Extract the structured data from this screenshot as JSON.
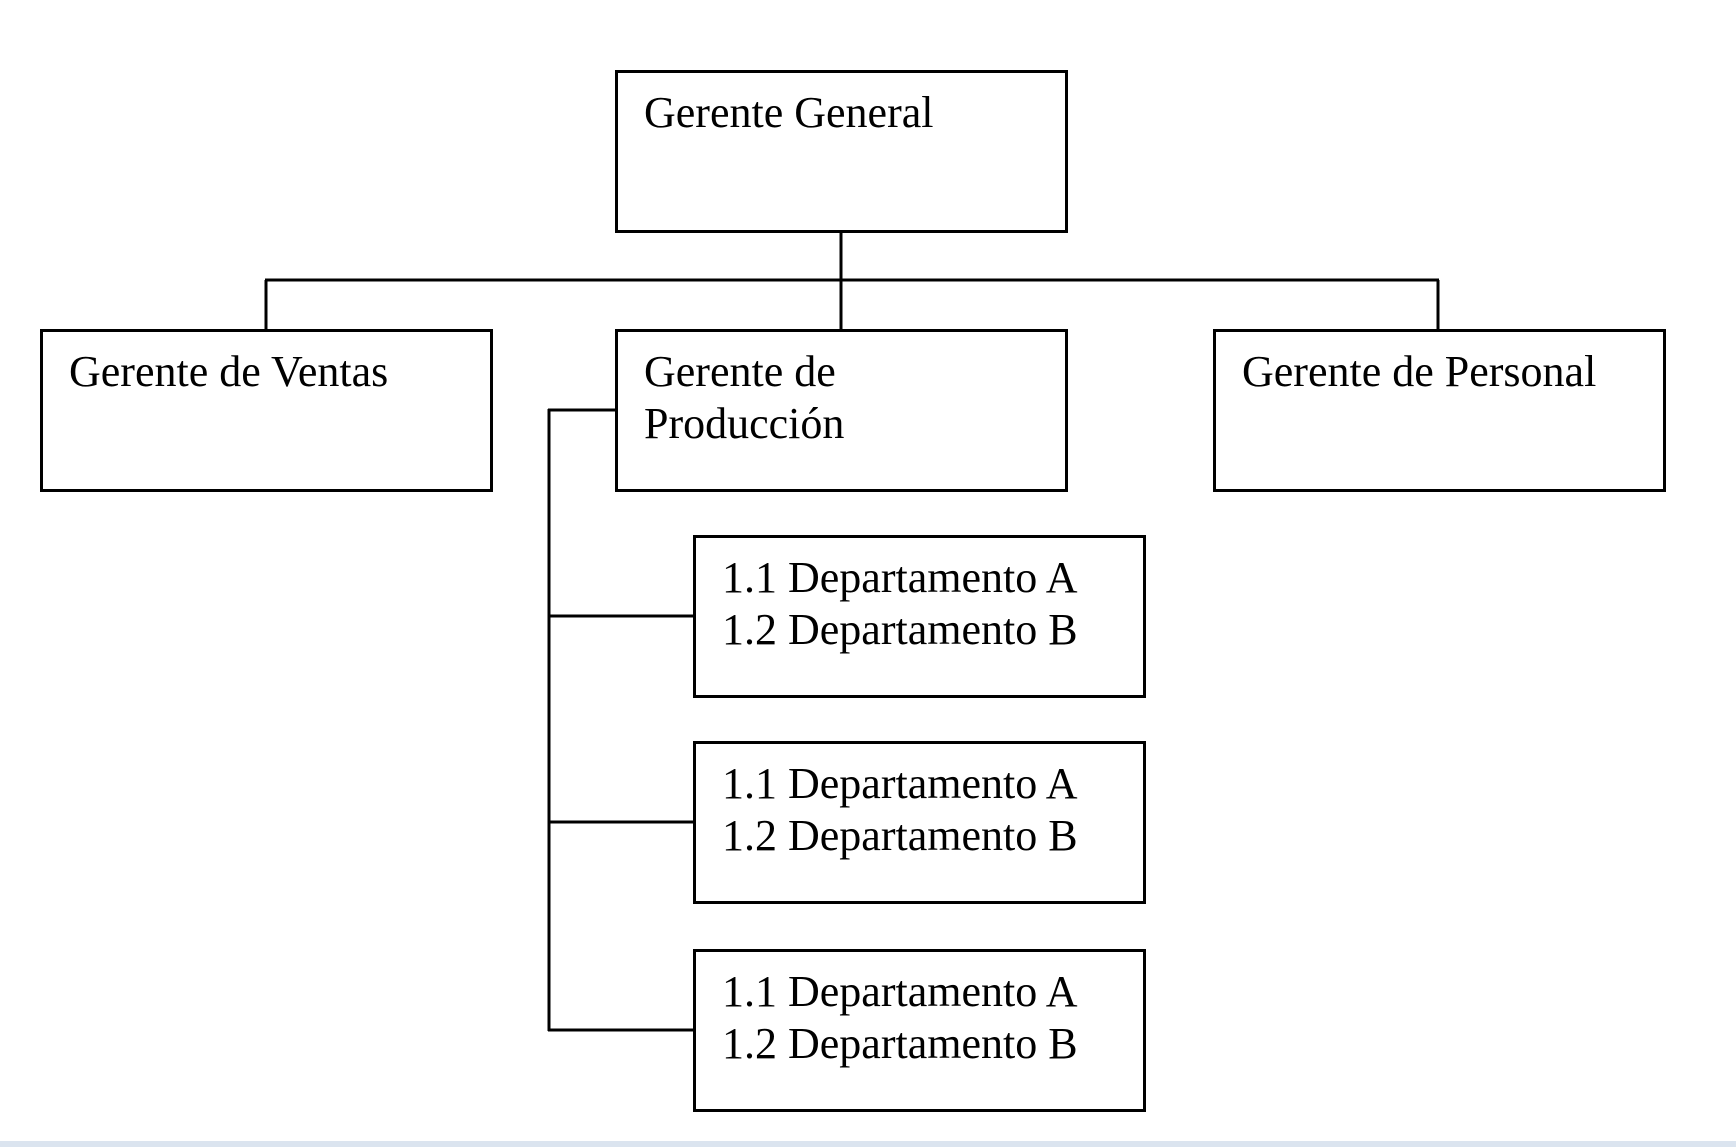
{
  "org_chart": {
    "general_manager": {
      "label": "Gerente General"
    },
    "managers": [
      {
        "label_lines": [
          "Gerente de Ventas"
        ]
      },
      {
        "label_lines": [
          "Gerente de",
          "Producción"
        ]
      },
      {
        "label_lines": [
          "Gerente de Personal"
        ]
      }
    ],
    "production_departments": [
      {
        "line_1": "1.1 Departamento A",
        "line_2": "1.2 Departamento B"
      },
      {
        "line_1": "1.1 Departamento A",
        "line_2": "1.2 Departamento B"
      },
      {
        "line_1": "1.1 Departamento A",
        "line_2": "1.2 Departamento B"
      }
    ],
    "colors": {
      "stroke": "#000000",
      "fill": "#ffffff",
      "text": "#000000"
    }
  }
}
